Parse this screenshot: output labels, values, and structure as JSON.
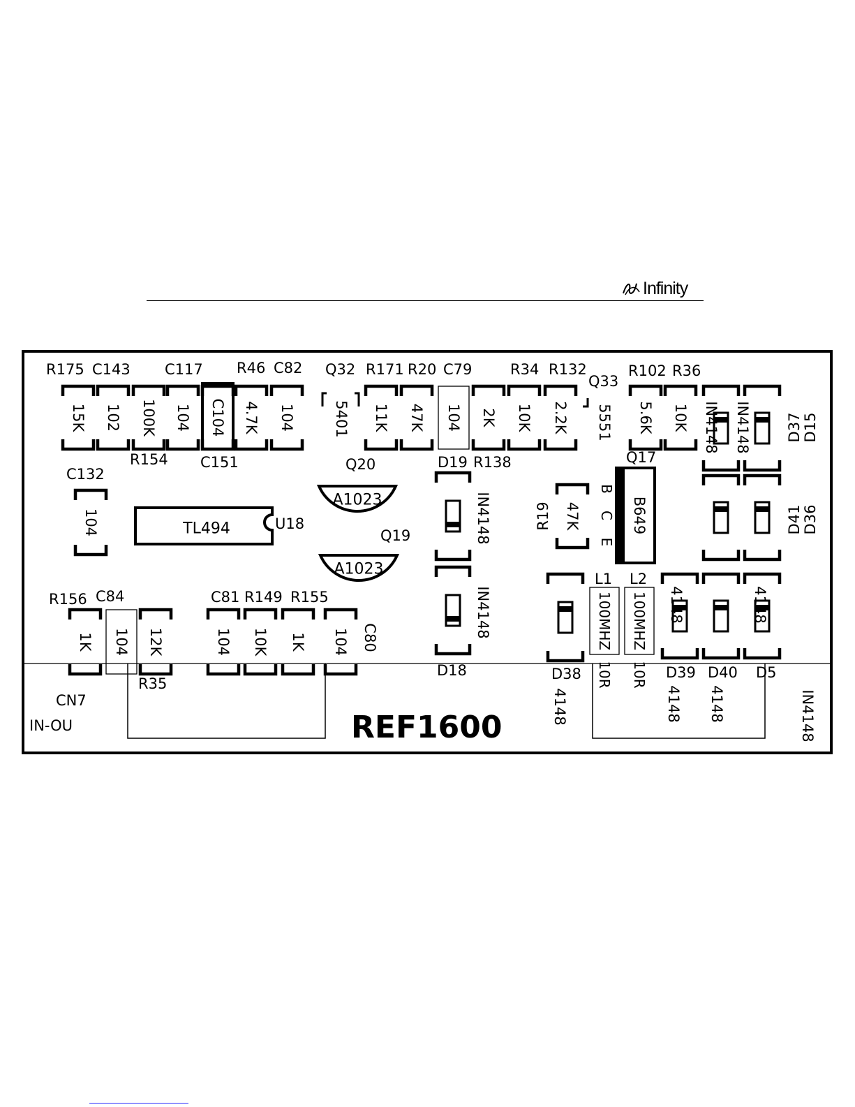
{
  "header": {
    "brand_name": "Infinity",
    "brand_icon": "infinity-logo-icon"
  },
  "board": {
    "model": "REF1600",
    "connector": {
      "ref": "CN7",
      "label": "IN-OU"
    },
    "ic": {
      "ref": "U18",
      "value": "TL494"
    },
    "transistors": [
      {
        "ref": "Q20",
        "value": "A1023"
      },
      {
        "ref": "Q19",
        "value": "A1023"
      },
      {
        "ref": "Q17",
        "value": "B649"
      },
      {
        "ref": "Q32",
        "value": "5401"
      },
      {
        "ref": "Q33",
        "value": "5551"
      }
    ],
    "pin_labels": [
      "B",
      "C",
      "E"
    ],
    "labels": {
      "R175": "R175",
      "C143": "C143",
      "C117": "C117",
      "R46": "R46",
      "C82": "C82",
      "Q32": "Q32",
      "R171": "R171",
      "R20": "R20",
      "C79": "C79",
      "R34": "R34",
      "R132": "R132",
      "Q33": "Q33",
      "R102": "R102",
      "R36": "R36",
      "R154": "R154",
      "C151": "C151",
      "Q20": "Q20",
      "D19": "D19",
      "R138": "R138",
      "Q17": "Q17",
      "C132": "C132",
      "U18": "U18",
      "Q19": "Q19",
      "R19": "R19",
      "D37": "D37",
      "D15": "D15",
      "D41": "D41",
      "D36": "D36",
      "R156": "R156",
      "C84": "C84",
      "C81": "C81",
      "R149": "R149",
      "R155": "R155",
      "C80": "C80",
      "R35": "R35",
      "D18": "D18",
      "L1": "L1",
      "L2": "L2",
      "D38": "D38",
      "D39": "D39",
      "D40": "D40",
      "D5": "D5",
      "CN7": "CN7"
    },
    "values": {
      "v_15K": "15K",
      "v_102": "102",
      "v_100K": "100K",
      "v_104": "104",
      "v_C104": "C104",
      "v_4_7K": "4.7K",
      "v_11K": "11K",
      "v_47K": "47K",
      "v_2K": "2K",
      "v_10K": "10K",
      "v_2_2K": "2.2K",
      "v_5_6K": "5.6K",
      "v_1K": "1K",
      "v_12K": "12K",
      "v_IN4148": "IN4148",
      "v_4148": "4148",
      "v_100MHZ": "100MHZ",
      "v_10R": "10R"
    }
  }
}
